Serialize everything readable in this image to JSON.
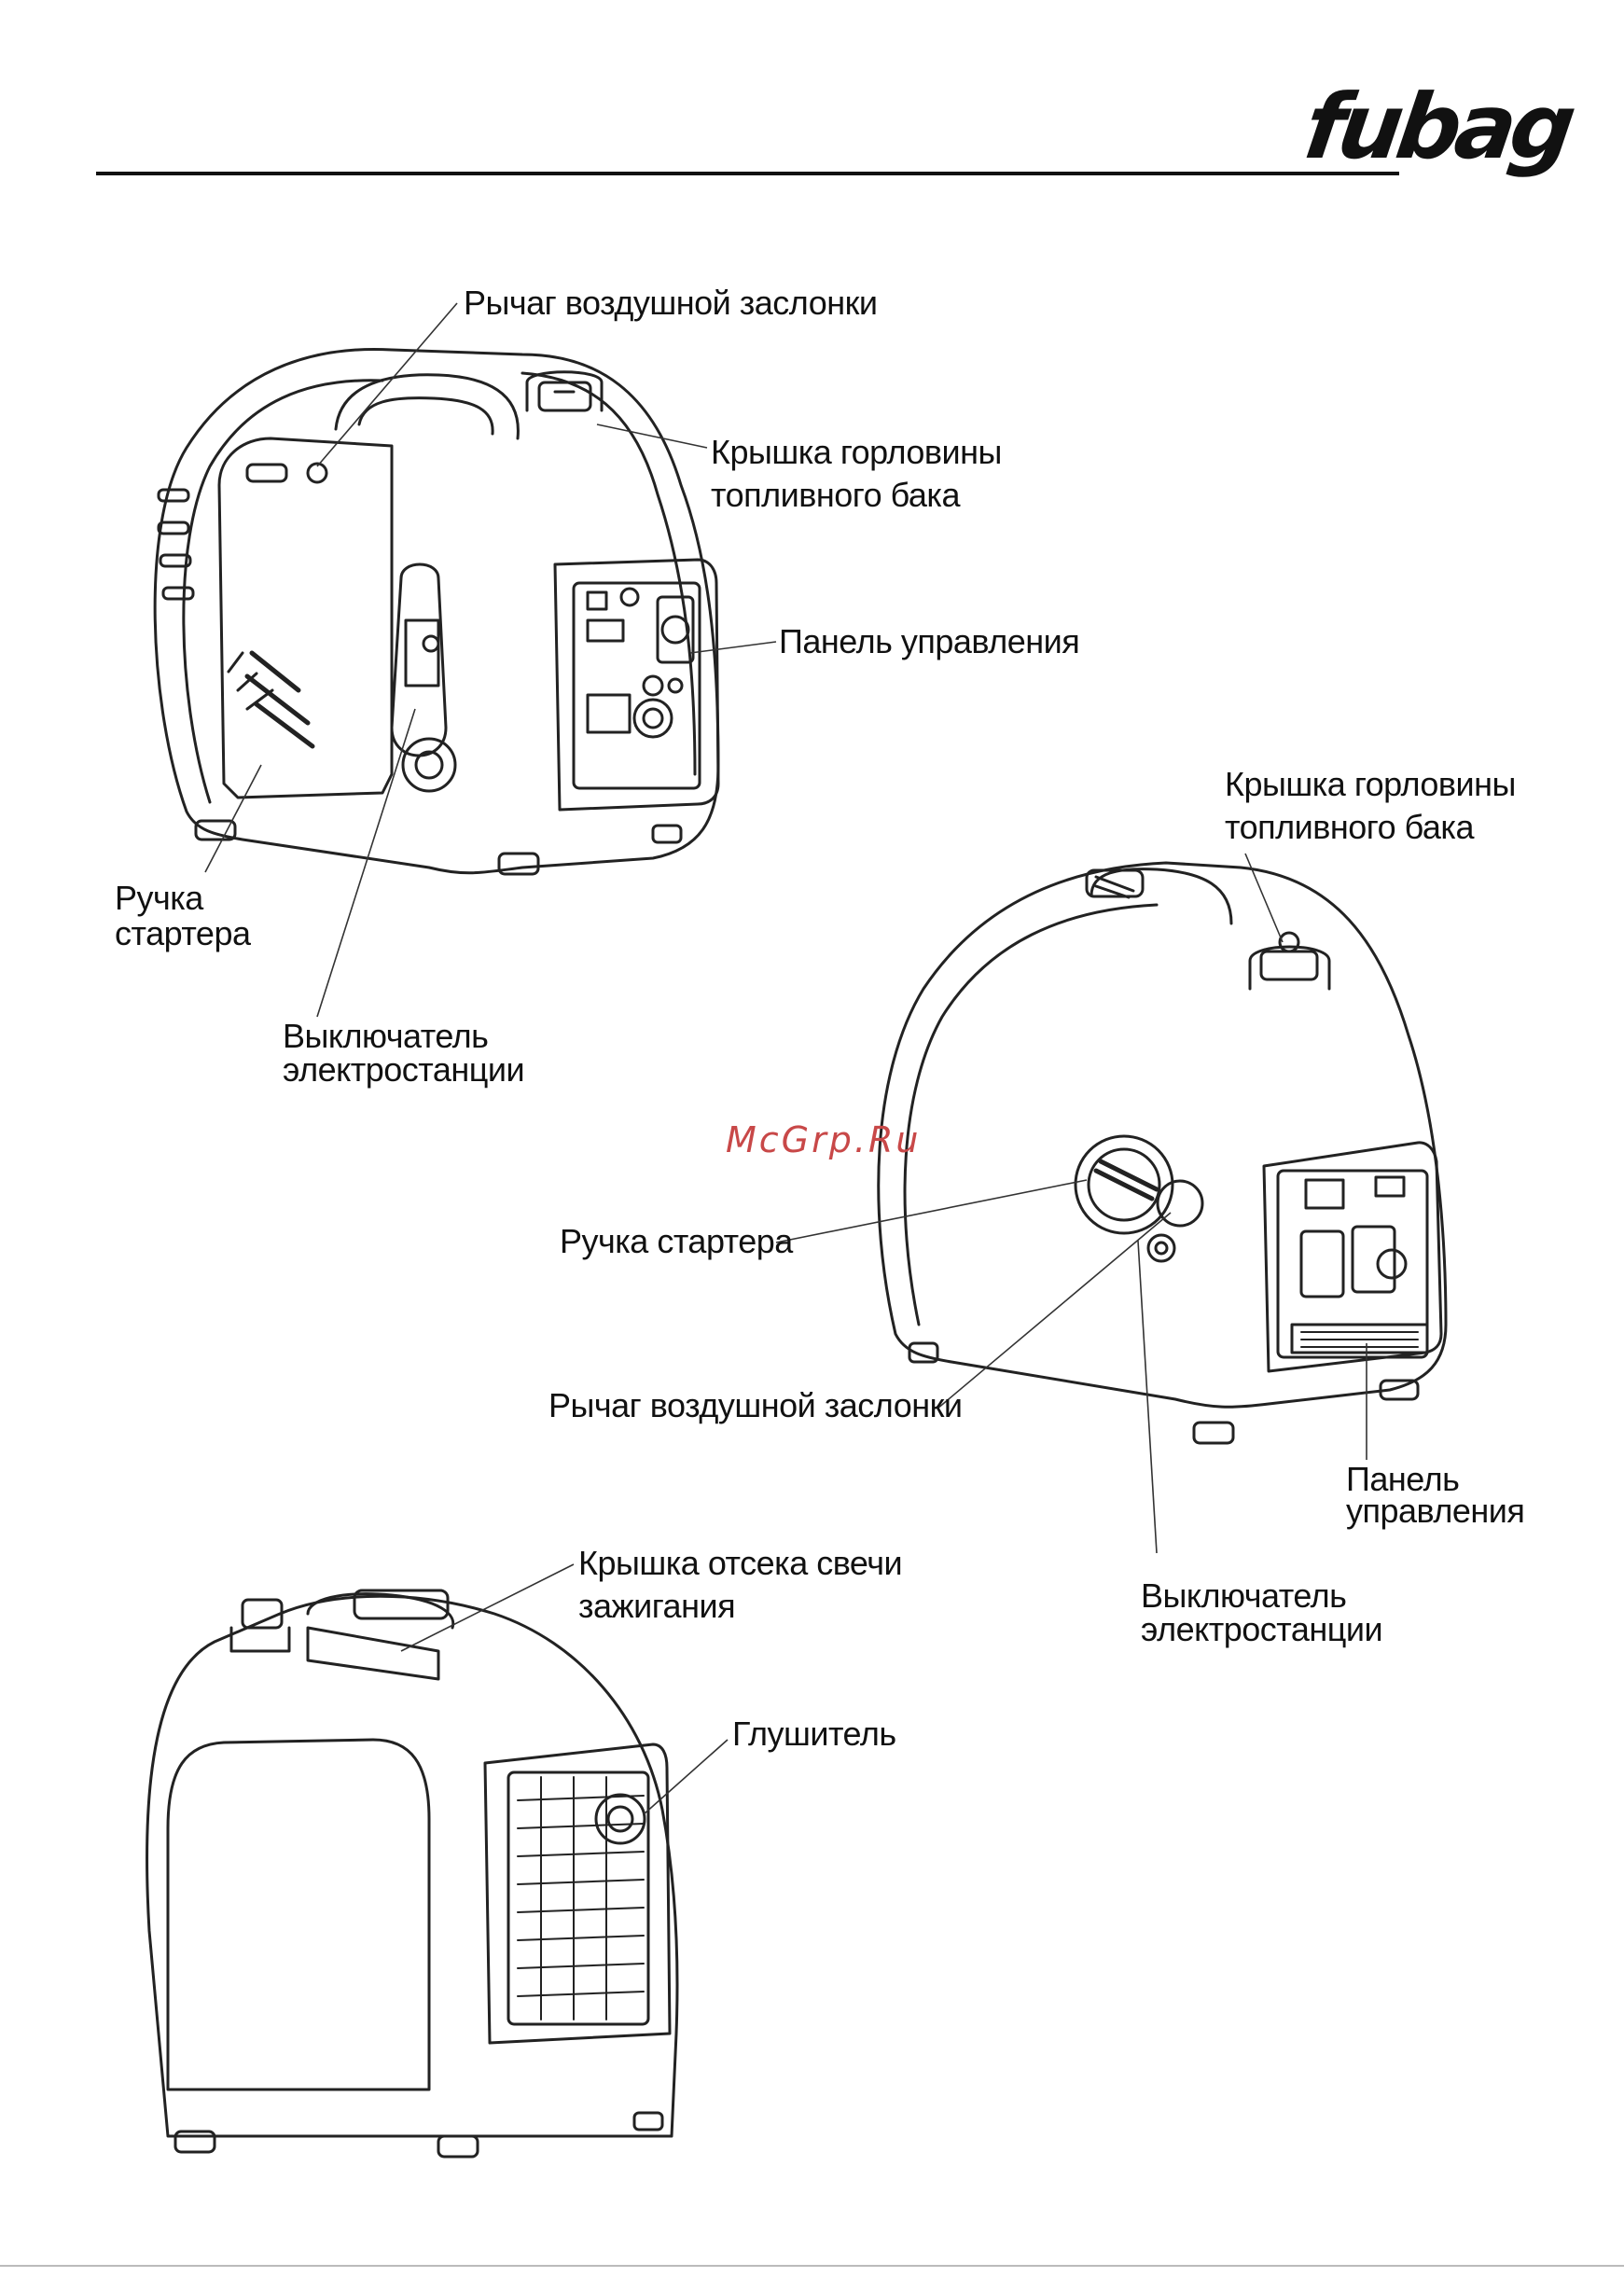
{
  "brand": {
    "logo_text": "fubag"
  },
  "watermark": "McGrp.Ru",
  "labels": {
    "v1_choke": "Рычаг воздушной заслонки",
    "v1_fuel_cap_l1": "Крышка горловины",
    "v1_fuel_cap_l2": "топливного бака",
    "v1_panel": "Панель управления",
    "v1_starter_l1": "Ручка",
    "v1_starter_l2": "стартера",
    "v1_switch_l1": "Выключатель",
    "v1_switch_l2": "электростанции",
    "v2_fuel_cap_l1": "Крышка горловины",
    "v2_fuel_cap_l2": "топливного бака",
    "v2_starter": "Ручка стартера",
    "v2_choke": "Рычаг воздушной заслонки",
    "v2_panel_l1": "Панель",
    "v2_panel_l2": "управления",
    "v2_switch_l1": "Выключатель",
    "v2_switch_l2": "электростанции",
    "v3_spark_l1": "Крышка отсека свечи",
    "v3_spark_l2": "зажигания",
    "v3_muffler": "Глушитель"
  }
}
